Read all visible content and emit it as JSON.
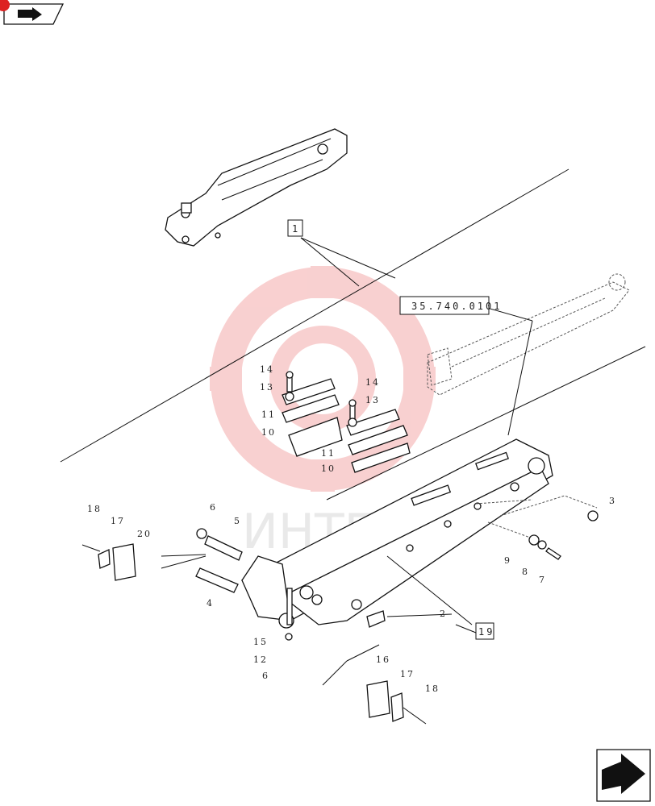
{
  "watermark": {
    "text": "ИНТЕХ",
    "color": "#f4aaaa"
  },
  "nav": {
    "top_icon": "folder-back-icon",
    "bottom_icon": "next-page-arrow-icon"
  },
  "refs": {
    "assembly": "1",
    "cylinder_ref": "35.740.0101",
    "subassembly": "19"
  },
  "callouts": {
    "c2": "2",
    "c3": "3",
    "c4": "4",
    "c5": "5",
    "c6a": "6",
    "c6b": "6",
    "c7": "7",
    "c8": "8",
    "c9": "9",
    "c10a": "10",
    "c10b": "10",
    "c11a": "11",
    "c11b": "11",
    "c12": "12",
    "c13a": "13",
    "c13b": "13",
    "c14a": "14",
    "c14b": "14",
    "c15": "15",
    "c16": "16",
    "c17a": "17",
    "c17b": "17",
    "c18a": "18",
    "c18b": "18",
    "c20": "20"
  }
}
